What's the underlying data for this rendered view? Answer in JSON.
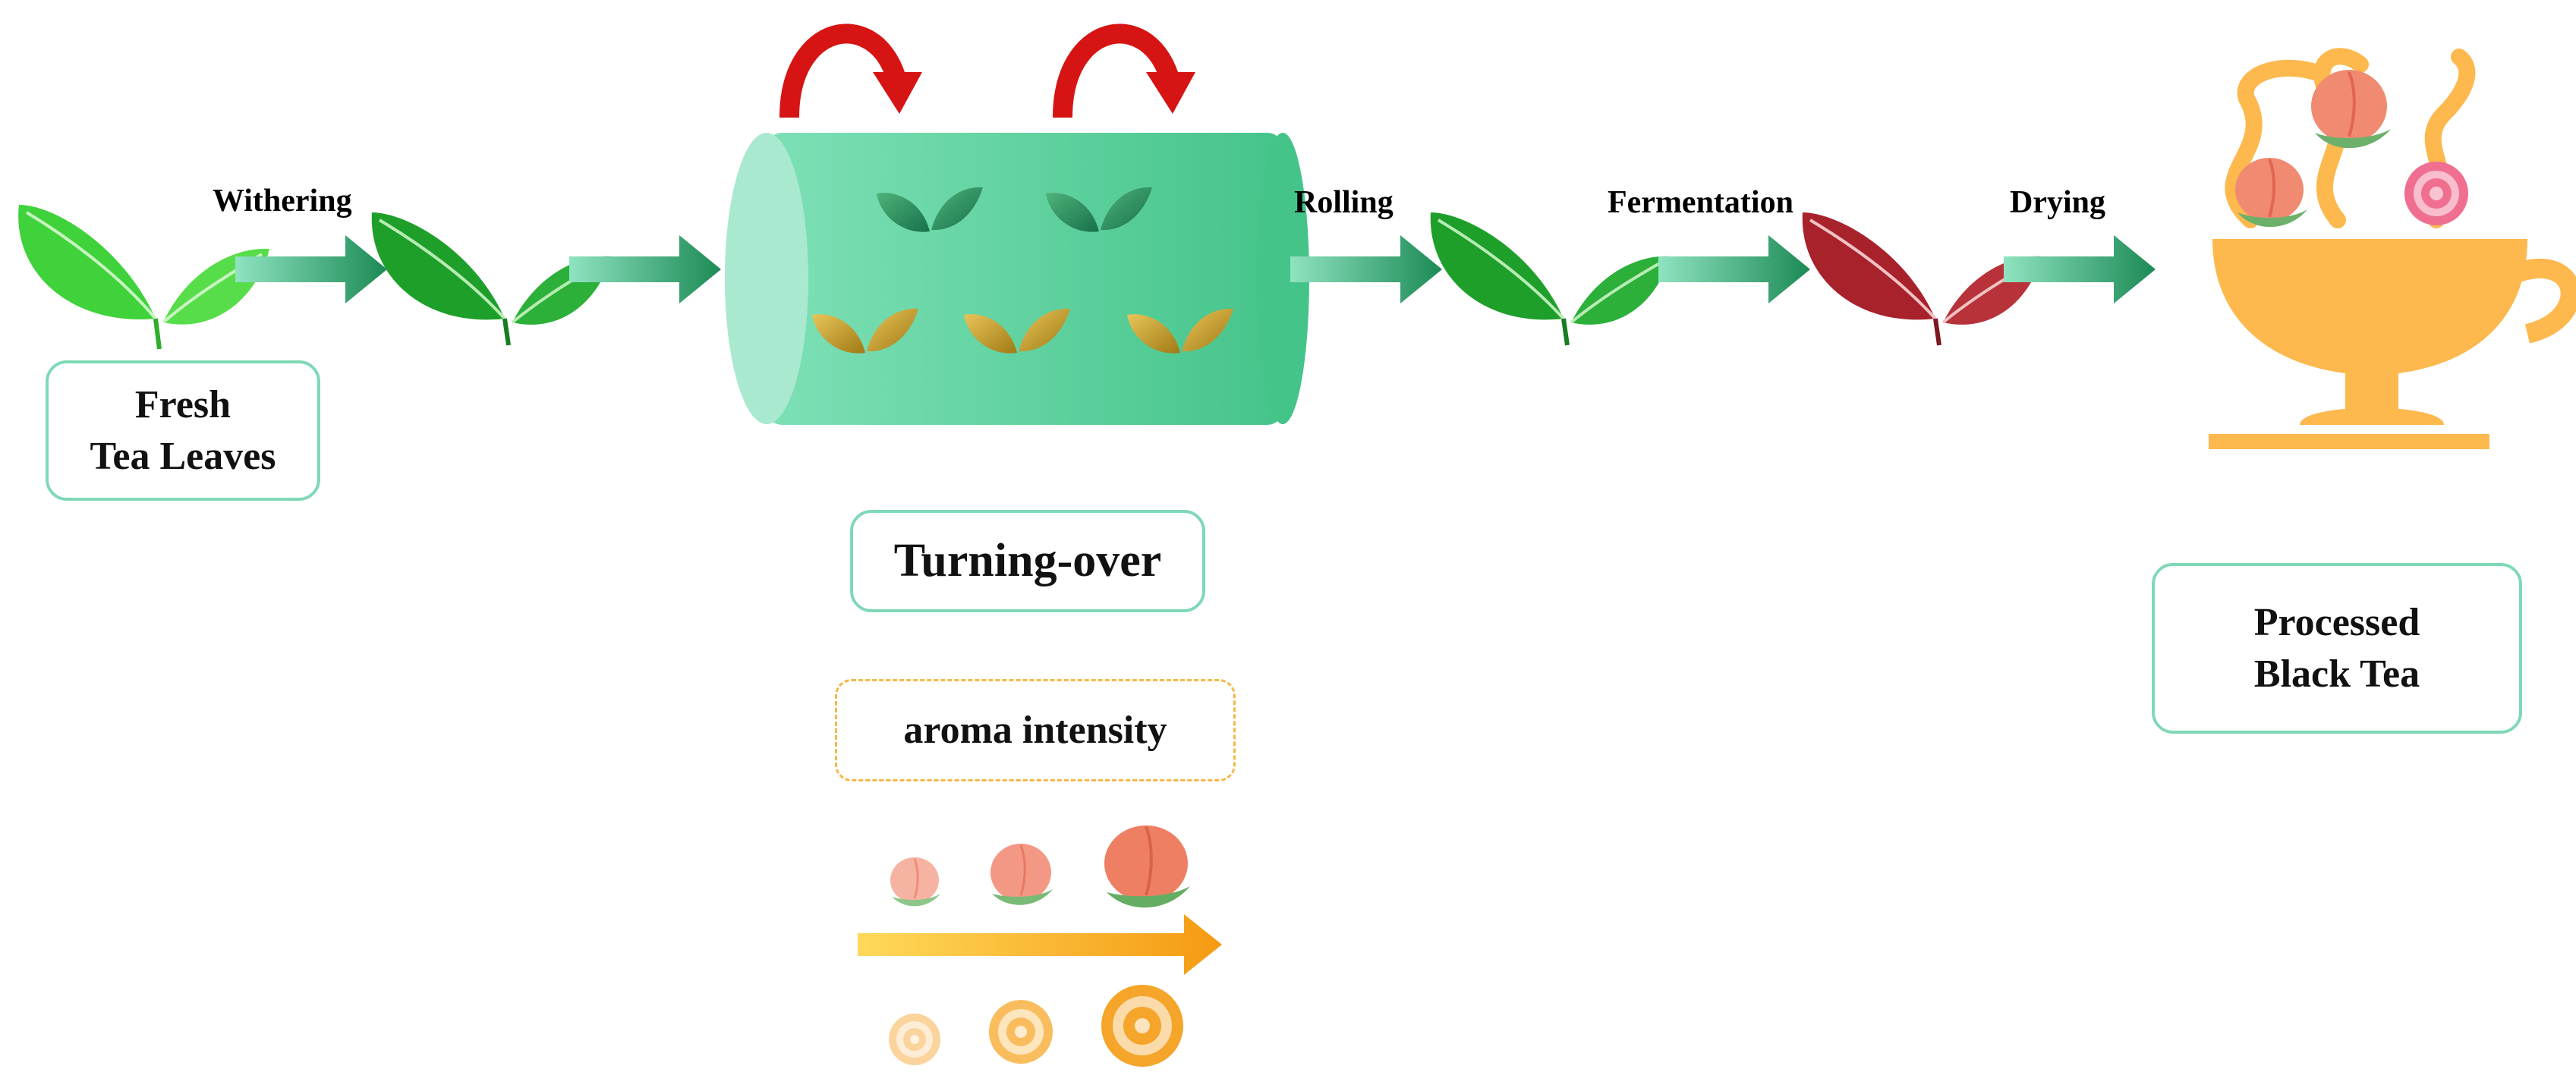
{
  "steps": {
    "withering": "Withering",
    "rolling": "Rolling",
    "fermentation": "Fermentation",
    "drying": "Drying"
  },
  "boxes": {
    "fresh_line1": "Fresh",
    "fresh_line2": "Tea Leaves",
    "turning_over": "Turning-over",
    "aroma": "aroma intensity",
    "processed_line1": "Processed",
    "processed_line2": "Black Tea"
  },
  "colors": {
    "fresh_leaf": "#3fd23a",
    "green_leaf": "#1d9f2a",
    "fermented_leaf": "#a8222c",
    "arrow": "#1f9560",
    "drum": "#5fd39e",
    "turn_arrow": "#d61414",
    "peach": "#f08a70",
    "rose": "#f4a52a",
    "cup": "#fdb84e"
  },
  "icons": [
    "leaf-icon",
    "arrow-right-icon",
    "curved-arrow-icon",
    "peach-icon",
    "rose-icon",
    "teacup-icon"
  ]
}
